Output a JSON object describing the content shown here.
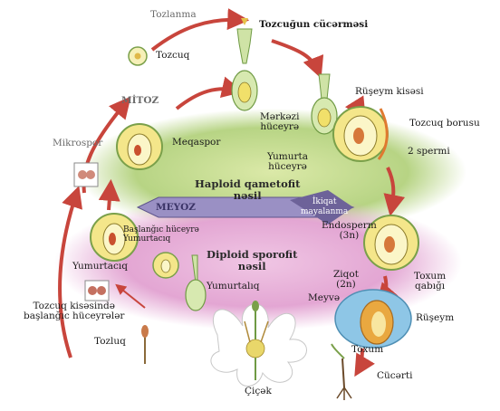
{
  "labels": {
    "tozlanma": "Tozlanma",
    "tozcugun_cucermesi": "Tozcuğun cücərməsi",
    "tozcuq": "Tozcuq",
    "mitoz_top": "MİTOZ",
    "mikrospor": "Mikrospor",
    "meqaspor": "Meqaspor",
    "merkezi_hüceyre": "Mərkəzi\nhüceyrə",
    "ruseym_kisesi": "Rüşeym kisəsi",
    "tozcuq_borusu": "Tozcuq borusu",
    "iki_spermi": "2 spermi",
    "yumurta_hüceyre": "Yumurta\nhüceyrə",
    "haploid": "Haploid qametofit\nnəsil",
    "mitoz_band": "MEYOZ",
    "ikiqat_mayalanma": "İkiqat\nmayalanma",
    "baslangic_hüceyre": "Başlanğıc hüceyrə",
    "yumurtaciq_small": "Yumurtacıq",
    "diploid": "Diploid sporofit\nnəsil",
    "endosperm": "Endosperm\n(3n)",
    "yumurtaciq": "Yumurtacıq",
    "yumurtaliq": "Yumurtalıq",
    "ziqot": "Ziqot\n(2n)",
    "toxum_qabigi": "Toxum\nqabığı",
    "meyve": "Meyvə",
    "ruseym": "Rüşeym",
    "tozcuq_kisesinde": "Tozcuq kisəsində\nbaşlanğıc hüceyrələr",
    "tozluq": "Tozluq",
    "toxum": "Toxum",
    "cucerti": "Cücərti",
    "cicek": "Çiçək"
  },
  "colors": {
    "arrow_red": "#c8453c",
    "haploid_green": "#a9cc7a",
    "diploid_pink": "#d992c5",
    "band_purple": "#7a6fa8",
    "cell_yellow": "#f1e06a",
    "cell_green": "#6fa64a",
    "seed_blue": "#8ec6e6"
  }
}
